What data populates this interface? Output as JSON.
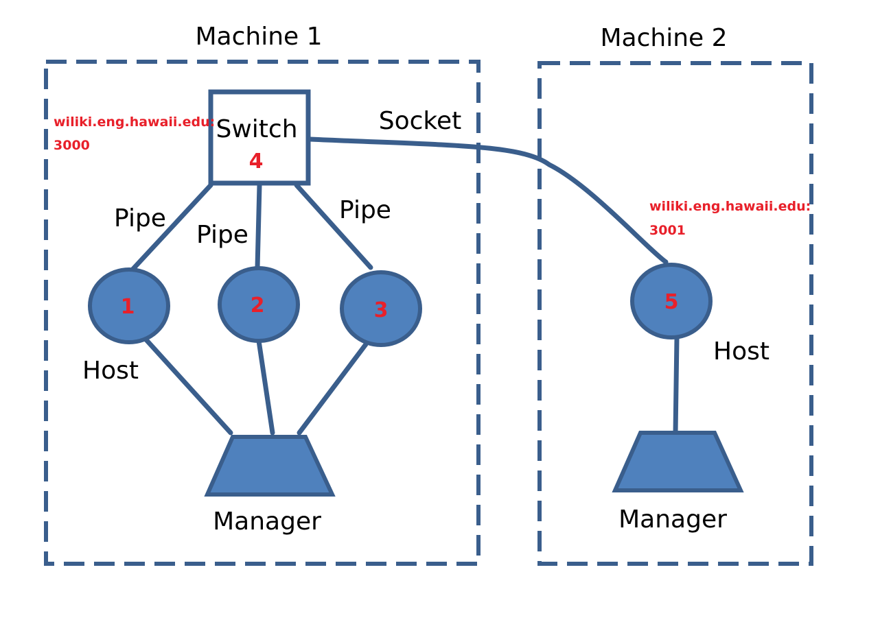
{
  "machines": [
    {
      "label": "Machine 1"
    },
    {
      "label": "Machine 2"
    }
  ],
  "switch": {
    "label": "Switch",
    "number": "4"
  },
  "hosts": [
    {
      "number": "1"
    },
    {
      "number": "2"
    },
    {
      "number": "3"
    },
    {
      "number": "5"
    }
  ],
  "edge_labels": {
    "pipe_1": "Pipe",
    "pipe_2": "Pipe",
    "pipe_3": "Pipe",
    "socket": "Socket"
  },
  "host_labels": {
    "machine_1": "Host",
    "machine_2": "Host"
  },
  "managers": [
    {
      "label": "Manager"
    },
    {
      "label": "Manager"
    }
  ],
  "addresses": [
    {
      "host": "wiliki.eng.hawaii.edu:",
      "port": "3000"
    },
    {
      "host": "wiliki.eng.hawaii.edu:",
      "port": "3001"
    }
  ],
  "colors": {
    "line": "#3a5e8c",
    "node_fill": "#4f81bd",
    "number": "#e8202a",
    "address": "#e8202a"
  }
}
